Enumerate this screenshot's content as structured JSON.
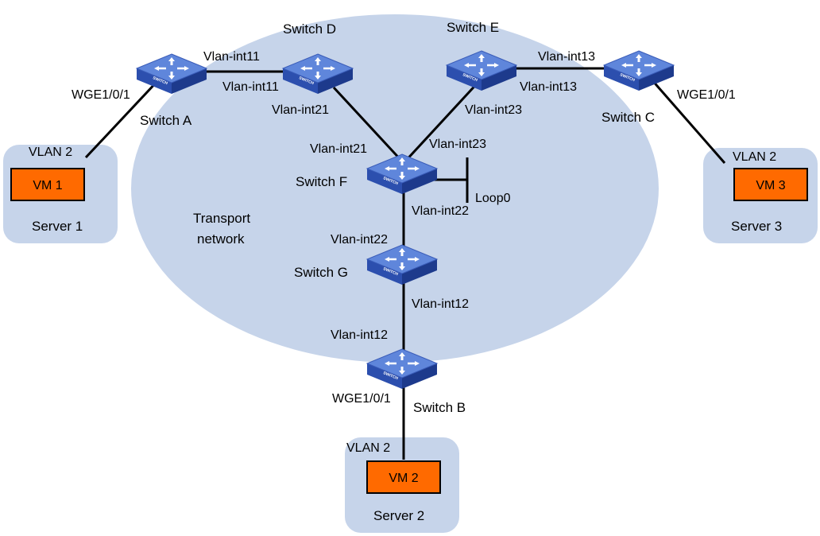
{
  "network": {
    "label_line1": "Transport",
    "label_line2": "network",
    "color": "#c6d4ea"
  },
  "switch_badge": "SWITCH",
  "switches": {
    "a": {
      "name": "Switch A"
    },
    "b": {
      "name": "Switch B"
    },
    "c": {
      "name": "Switch C"
    },
    "d": {
      "name": "Switch D"
    },
    "e": {
      "name": "Switch E"
    },
    "f": {
      "name": "Switch F"
    },
    "g": {
      "name": "Switch G"
    }
  },
  "interfaces": {
    "a_wge": "WGE1/0/1",
    "a_vlanint11": "Vlan-int11",
    "d_vlanint11": "Vlan-int11",
    "d_vlanint21": "Vlan-int21",
    "f_vlanint21": "Vlan-int21",
    "e_vlanint23": "Vlan-int23",
    "f_vlanint23": "Vlan-int23",
    "e_vlanint13": "Vlan-int13",
    "c_vlanint13": "Vlan-int13",
    "c_wge": "WGE1/0/1",
    "f_vlanint22": "Vlan-int22",
    "g_vlanint22": "Vlan-int22",
    "g_vlanint12": "Vlan-int12",
    "b_vlanint12": "Vlan-int12",
    "b_wge": "WGE1/0/1",
    "f_loop0": "Loop0"
  },
  "servers": {
    "s1": {
      "name": "Server 1",
      "vlan": "VLAN 2",
      "vm": "VM 1"
    },
    "s2": {
      "name": "Server 2",
      "vlan": "VLAN 2",
      "vm": "VM 2"
    },
    "s3": {
      "name": "Server 3",
      "vlan": "VLAN 2",
      "vm": "VM 3"
    }
  },
  "colors": {
    "server_box": "#c6d4ea",
    "vm_fill": "#ff6a00",
    "switch_top": "#5a7fd6",
    "switch_side": "#2a4aa8"
  }
}
